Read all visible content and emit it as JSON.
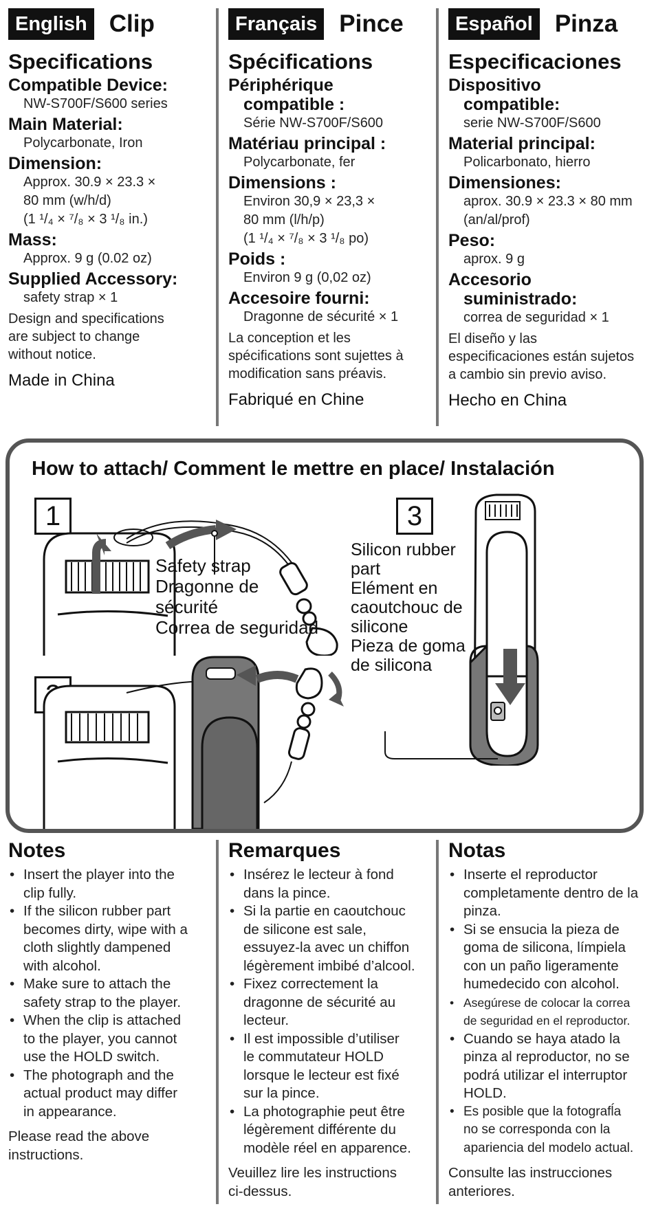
{
  "columns": [
    {
      "lang": "English",
      "product": "Clip",
      "heading": "Specifications",
      "items": [
        {
          "label": [
            "Compatible Device:"
          ],
          "value": [
            "NW-S700F/S600 series"
          ]
        },
        {
          "label": [
            "Main Material:"
          ],
          "value": [
            "Polycarbonate, Iron"
          ]
        },
        {
          "label": [
            "Dimension:"
          ],
          "value": [
            "Approx. 30.9 × 23.3 ×",
            "80 mm (w/h/d)",
            "(1 ¹/₄ × ⁷/₈ × 3 ¹/₈ in.)"
          ]
        },
        {
          "label": [
            "Mass:"
          ],
          "value": [
            "Approx. 9 g (0.02 oz)"
          ]
        },
        {
          "label": [
            "Supplied Accessory:"
          ],
          "value": [
            "safety strap × 1"
          ]
        }
      ],
      "disclaimer": [
        "Design and specifications",
        "are subject to change",
        "without notice."
      ],
      "made_in": "Made in China"
    },
    {
      "lang": "Français",
      "product": "Pince",
      "heading": "Spécifications",
      "items": [
        {
          "label": [
            "Périphérique",
            "compatible :"
          ],
          "value": [
            "Série NW-S700F/S600"
          ]
        },
        {
          "label": [
            "Matériau principal :"
          ],
          "value": [
            "Polycarbonate, fer"
          ]
        },
        {
          "label": [
            "Dimensions :"
          ],
          "value": [
            "Environ 30,9 × 23,3 ×",
            "80 mm (l/h/p)",
            "(1 ¹/₄ × ⁷/₈ × 3 ¹/₈ po)"
          ]
        },
        {
          "label": [
            "Poids :"
          ],
          "value": [
            "Environ 9 g (0,02 oz)"
          ]
        },
        {
          "label": [
            "Accesoire fourni:"
          ],
          "value": [
            "Dragonne de sécurité × 1"
          ]
        }
      ],
      "disclaimer": [
        "La conception et les",
        "spécifications sont sujettes à",
        "modification sans préavis."
      ],
      "made_in": "Fabriqué en Chine"
    },
    {
      "lang": "Español",
      "product": "Pinza",
      "heading": "Especificaciones",
      "items": [
        {
          "label": [
            "Dispositivo",
            "compatible:"
          ],
          "value": [
            "serie NW-S700F/S600"
          ]
        },
        {
          "label": [
            "Material principal:"
          ],
          "value": [
            "Policarbonato, hierro"
          ]
        },
        {
          "label": [
            "Dimensiones:"
          ],
          "value": [
            "aprox. 30.9 × 23.3 × 80 mm",
            "(an/al/prof)"
          ]
        },
        {
          "label": [
            "Peso:"
          ],
          "value": [
            "aprox. 9 g"
          ]
        },
        {
          "label": [
            "Accesorio",
            "suministrado:"
          ],
          "value": [
            "correa de seguridad × 1"
          ]
        }
      ],
      "disclaimer": [
        "El diseño y las",
        "especificaciones están sujetos",
        "a cambio sin previo aviso."
      ],
      "made_in": "Hecho en China"
    }
  ],
  "panel": {
    "title": "How to attach/ Comment le mettre en place/ Instalación",
    "steps": [
      "1",
      "2",
      "3"
    ],
    "strap_label": [
      "Safety strap",
      "Dragonne de",
      "sécurité",
      "Correa de seguridad"
    ],
    "rubber_label": [
      "Silicon rubber",
      "part",
      "Elément en",
      "caoutchouc de",
      "silicone",
      "Pieza de goma",
      "de silicona"
    ]
  },
  "notes": [
    {
      "heading": "Notes",
      "items": [
        [
          "Insert the player into the",
          "clip fully."
        ],
        [
          "If the silicon rubber part",
          "becomes dirty, wipe with a",
          "cloth slightly dampened",
          "with alcohol."
        ],
        [
          "Make sure to attach the",
          "safety strap to the player."
        ],
        [
          "When the clip is attached",
          "to the player, you cannot",
          "use the HOLD switch."
        ],
        [
          "The photograph and the",
          "actual product may differ",
          "in appearance."
        ]
      ],
      "footer": [
        "Please read the above",
        "instructions."
      ]
    },
    {
      "heading": "Remarques",
      "items": [
        [
          "Insérez le lecteur à fond",
          "dans la pince."
        ],
        [
          "Si la partie en caoutchouc",
          "de silicone est sale,",
          "essuyez-la avec un chiffon",
          "légèrement imbibé d’alcool."
        ],
        [
          "Fixez correctement la",
          "dragonne de sécurité au",
          "lecteur."
        ],
        [
          "Il est impossible d’utiliser",
          "le commutateur HOLD",
          "lorsque le lecteur est fixé",
          "sur la pince."
        ],
        [
          "La photographie peut être",
          "légèrement différente du",
          "modèle réel en apparence."
        ]
      ],
      "footer": [
        "Veuillez lire les instructions",
        "ci-dessus."
      ]
    },
    {
      "heading": "Notas",
      "items": [
        [
          "Inserte el reproductor",
          "completamente dentro de la",
          "pinza."
        ],
        [
          "Si se ensucia la pieza de",
          "goma de silicona, límpiela",
          "con un paño ligeramente",
          "humedecido con alcohol."
        ],
        [
          "Asegúrese de colocar la correa",
          "de seguridad en el reproductor."
        ],
        [
          "Cuando se haya atado la",
          "pinza al reproductor, no se",
          "podrá utilizar el interruptor",
          "HOLD."
        ],
        [
          "Es posible que la fotografĺa",
          "no se corresponda con la",
          "apariencia del modelo actual."
        ]
      ],
      "footer": [
        "Consulte las instrucciones",
        "anteriores."
      ]
    }
  ]
}
